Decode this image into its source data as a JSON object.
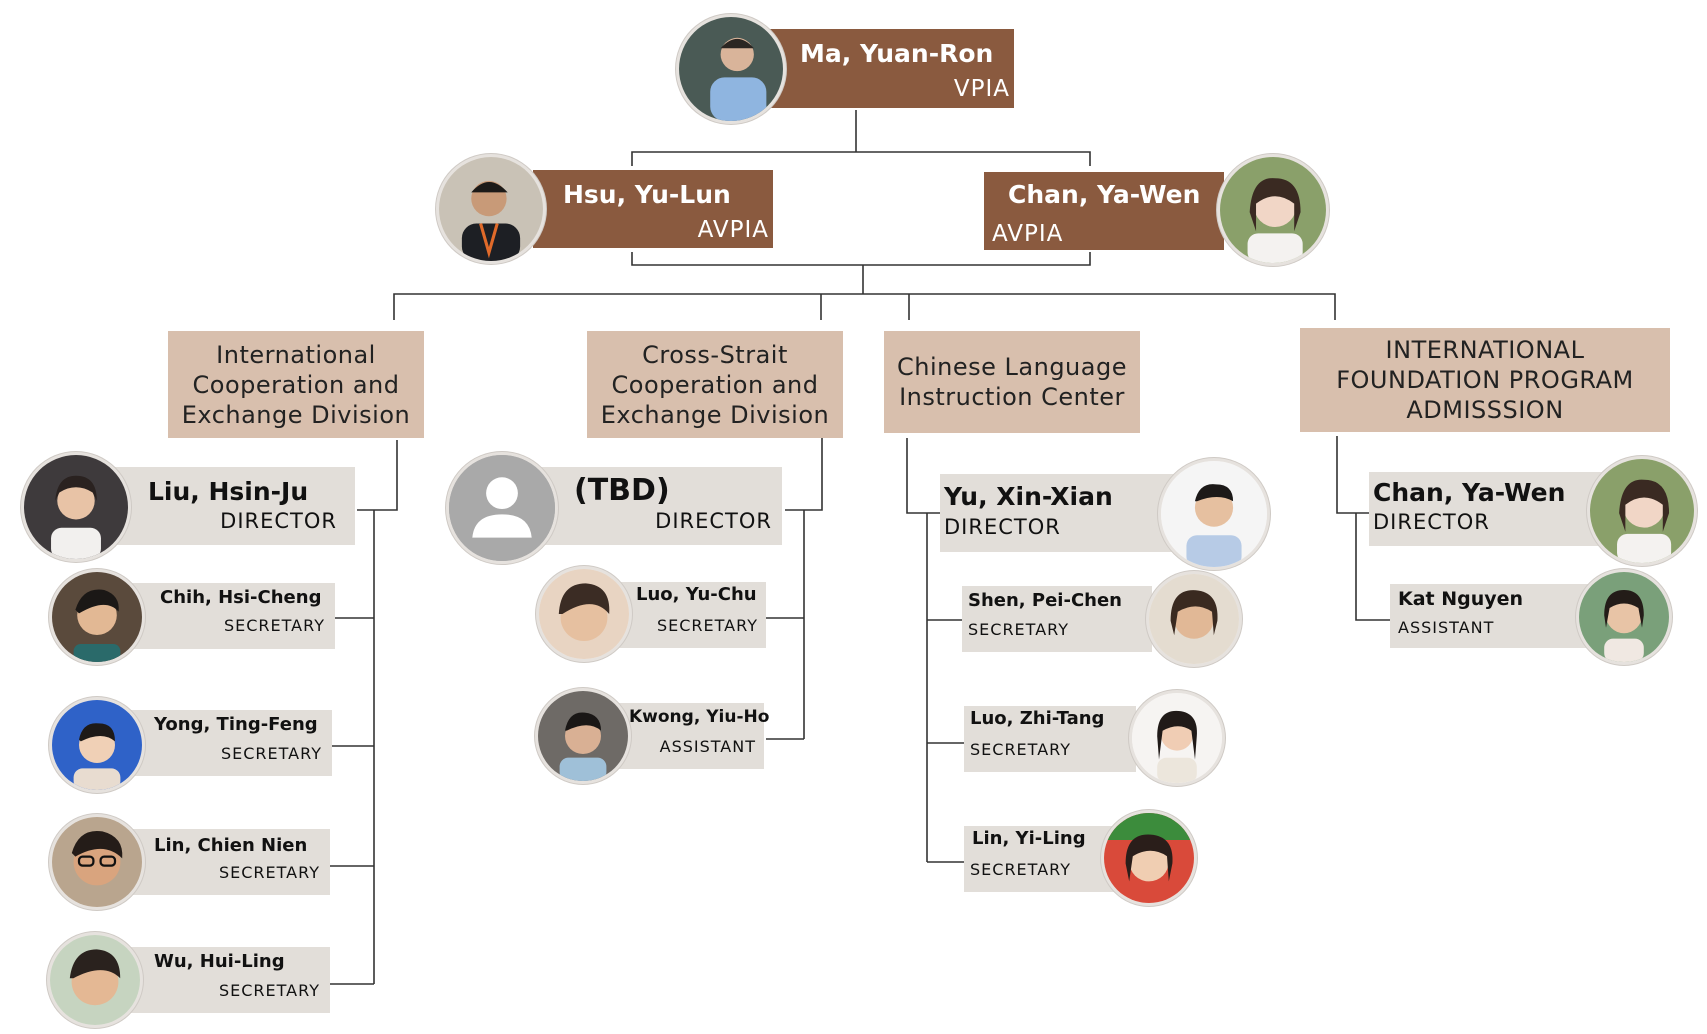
{
  "colors": {
    "brown": "#8a5a3f",
    "tan": "#d8bfad",
    "grey": "#e2ded9",
    "line": "#333333"
  },
  "top": {
    "name": "Ma, Yuan-Ron",
    "role": "VPIA"
  },
  "avp_left": {
    "name": "Hsu, Yu-Lun",
    "role": "AVPIA"
  },
  "avp_right": {
    "name": "Chan, Ya-Wen",
    "role": "AVPIA"
  },
  "divisions": [
    {
      "title": "International Cooperation and Exchange Division",
      "director": {
        "name": "Liu, Hsin-Ju",
        "role": "DIRECTOR"
      },
      "staff": [
        {
          "name": "Chih, Hsi-Cheng",
          "role": "SECRETARY"
        },
        {
          "name": "Yong, Ting-Feng",
          "role": "SECRETARY"
        },
        {
          "name": "Lin, Chien Nien",
          "role": "SECRETARY"
        },
        {
          "name": "Wu, Hui-Ling",
          "role": "SECRETARY"
        }
      ]
    },
    {
      "title": "Cross-Strait Cooperation and Exchange Division",
      "director": {
        "name": "(TBD)",
        "role": "DIRECTOR"
      },
      "staff": [
        {
          "name": "Luo, Yu-Chu",
          "role": "SECRETARY"
        },
        {
          "name": "Kwong, Yiu-Ho",
          "role": "ASSISTANT"
        }
      ]
    },
    {
      "title": "Chinese Language Instruction Center",
      "director": {
        "name": "Yu, Xin-Xian",
        "role": "DIRECTOR"
      },
      "staff": [
        {
          "name": "Shen, Pei-Chen",
          "role": "SECRETARY"
        },
        {
          "name": "Luo, Zhi-Tang",
          "role": "SECRETARY"
        },
        {
          "name": "Lin, Yi-Ling",
          "role": "SECRETARY"
        }
      ]
    },
    {
      "title": "INTERNATIONAL FOUNDATION PROGRAM ADMISSSION",
      "director": {
        "name": "Chan, Ya-Wen",
        "role": "DIRECTOR"
      },
      "staff": [
        {
          "name": "Kat Nguyen",
          "role": "ASSISTANT"
        }
      ]
    }
  ]
}
